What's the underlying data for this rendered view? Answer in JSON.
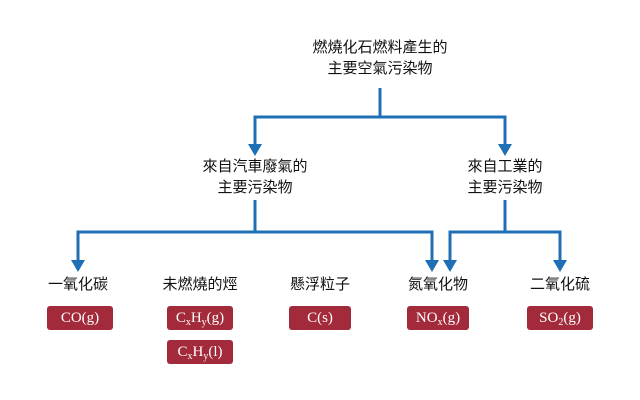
{
  "colors": {
    "arrow": "#1f6fb5",
    "box": "#a32a3a",
    "box_text": "#ffffff",
    "text": "#111111"
  },
  "root": {
    "line1": "燃燒化石燃料產生的",
    "line2": "主要空氣污染物"
  },
  "groups": [
    {
      "line1": "來自汽車廢氣的",
      "line2": "主要污染物"
    },
    {
      "line1": "來自工業的",
      "line2": "主要污染物"
    }
  ],
  "pollutants": [
    {
      "name": "一氧化碳",
      "formulas": [
        {
          "parts": [
            "CO(g)"
          ]
        }
      ]
    },
    {
      "name": "未燃燒的烴",
      "formulas": [
        {
          "parts": [
            "C",
            "x",
            "H",
            "y",
            "(g)"
          ]
        },
        {
          "parts": [
            "C",
            "x",
            "H",
            "y",
            "(l)"
          ]
        }
      ]
    },
    {
      "name": "懸浮粒子",
      "formulas": [
        {
          "parts": [
            "C(s)"
          ]
        }
      ]
    },
    {
      "name": "氮氧化物",
      "formulas": [
        {
          "parts": [
            "NO",
            "x",
            "(g)"
          ]
        }
      ]
    },
    {
      "name": "二氧化硫",
      "formulas": [
        {
          "parts": [
            "SO",
            "2",
            "(g)"
          ]
        }
      ]
    }
  ]
}
